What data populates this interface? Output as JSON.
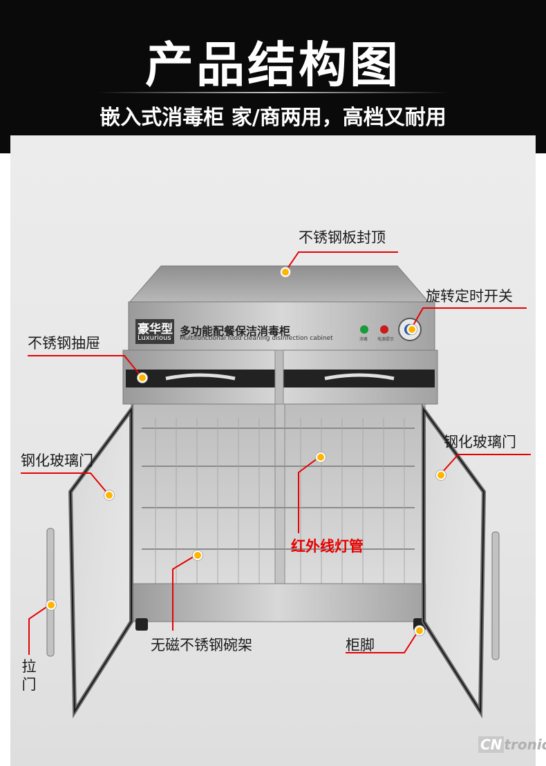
{
  "header": {
    "title": "产品结构图",
    "subtitle": "嵌入式消毒柜 家/商两用，高档又耐用"
  },
  "product": {
    "brand_badge": "豪华型",
    "brand_badge_en": "Luxurious",
    "name": "多功能配餐保洁消毒柜",
    "name_en": "Multifunctional food cleaning disinfection cabinet",
    "indicator_left": "消毒",
    "indicator_right": "电源提示"
  },
  "callouts": {
    "top_plate": "不锈钢板封顶",
    "timer": "旋转定时开关",
    "drawer": "不锈钢抽屉",
    "glass_left": "钢化玻璃门",
    "glass_right": "钢化玻璃门",
    "infrared": "红外线灯管",
    "rack": "无磁不锈钢碗架",
    "feet": "柜脚",
    "handle": "拉门"
  },
  "watermark": {
    "prefix": "CN",
    "suffix": "tronic"
  },
  "colors": {
    "accent_red": "#e60000",
    "marker": "#ffb400",
    "header_bg": "#0a0a0a"
  }
}
